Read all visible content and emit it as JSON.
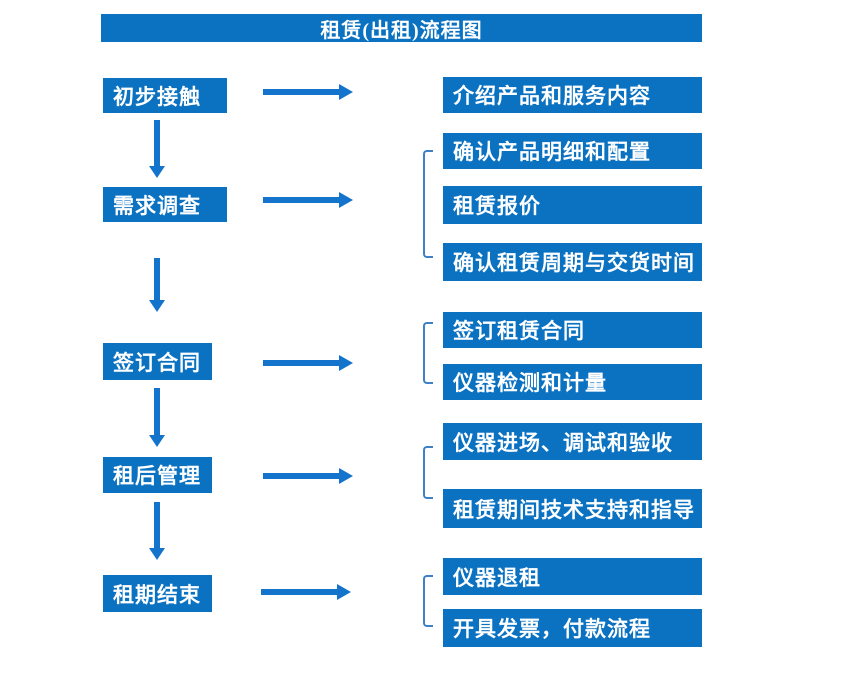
{
  "title": "租赁(出租)流程图",
  "colors": {
    "box_blue": "#0b71c1",
    "arrow_blue": "#1474cc",
    "bracket_blue": "#4080c8",
    "text_white": "#ffffff",
    "background": "#ffffff"
  },
  "flow": {
    "steps": [
      {
        "label": "初步接触",
        "details": [
          "介绍产品和服务内容"
        ]
      },
      {
        "label": "需求调查",
        "details": [
          "确认产品明细和配置",
          "租赁报价",
          "确认租赁周期与交货时间"
        ]
      },
      {
        "label": "签订合同",
        "details": [
          "签订租赁合同",
          "仪器检测和计量"
        ]
      },
      {
        "label": "租后管理",
        "details": [
          "仪器进场、调试和验收",
          "租赁期间技术支持和指导"
        ]
      },
      {
        "label": "租期结束",
        "details": [
          "仪器退租",
          "开具发票，付款流程"
        ]
      }
    ]
  }
}
